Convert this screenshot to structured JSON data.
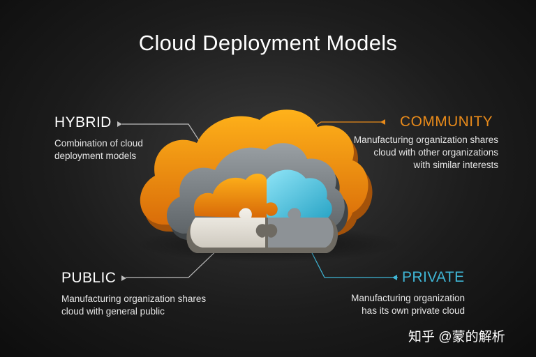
{
  "title": "Cloud Deployment Models",
  "models": {
    "hybrid": {
      "label": "HYBRID",
      "desc_lines": [
        "Combination of cloud",
        "deployment models"
      ]
    },
    "community": {
      "label": "COMMUNITY",
      "desc_lines": [
        "Manufacturing organization shares",
        "cloud with other organizations",
        "with similar interests"
      ]
    },
    "public": {
      "label": "PUBLIC",
      "desc_lines": [
        "Manufacturing organization shares",
        "cloud with general public"
      ]
    },
    "private": {
      "label": "PRIVATE",
      "desc_lines": [
        "Manufacturing organization",
        "has its own private cloud"
      ]
    }
  },
  "colors": {
    "hybrid": "#ffffff",
    "community": "#e88a1a",
    "public": "#ffffff",
    "private": "#3fb6d6"
  },
  "watermark": "知乎 @蒙的解析"
}
